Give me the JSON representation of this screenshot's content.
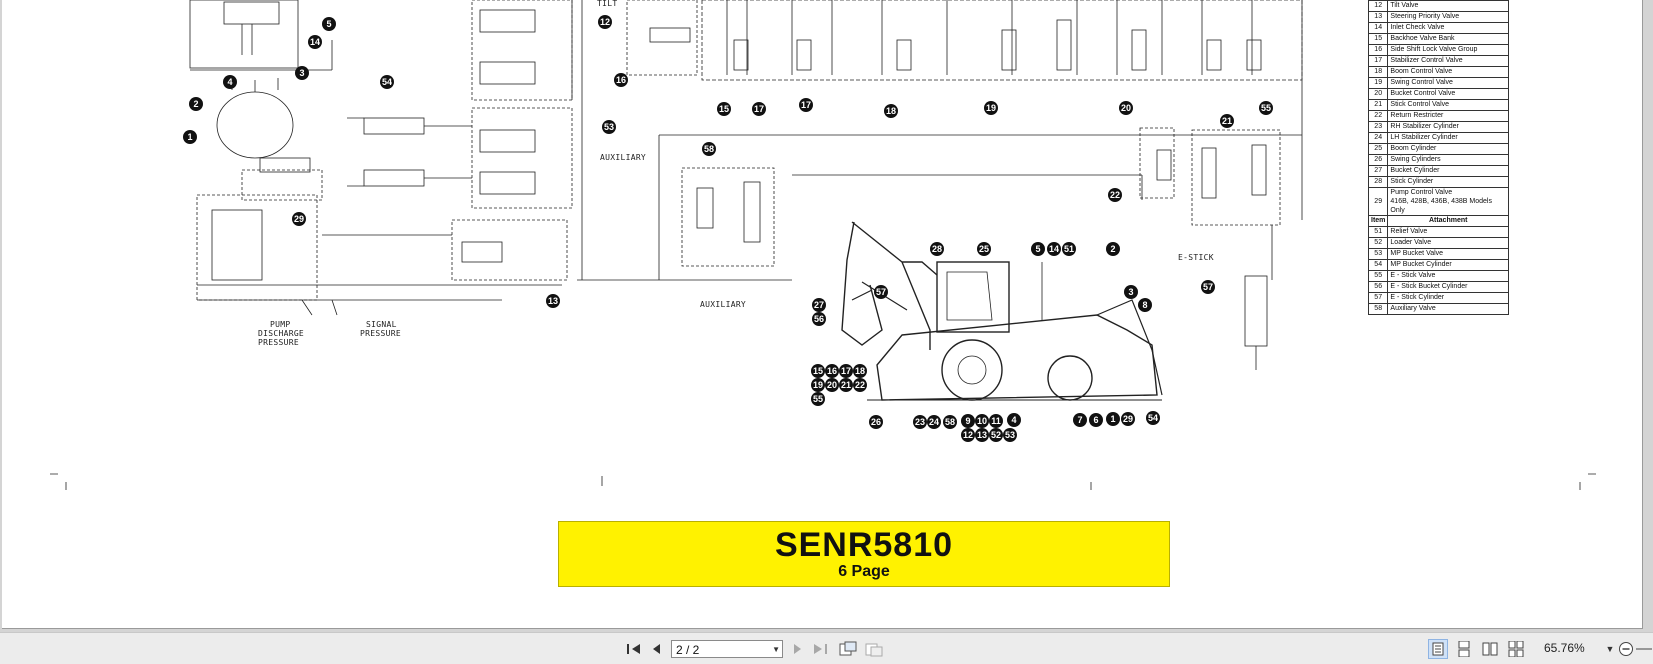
{
  "document": {
    "banner": {
      "code": "SENR5810",
      "pages": "6 Page"
    },
    "schematic_labels": {
      "tilt": "TILT",
      "auxiliary_1": "AUXILIARY",
      "auxiliary_2": "AUXILIARY",
      "e_stick": "E-STICK",
      "pump_discharge_1": "PUMP",
      "pump_discharge_2": "DISCHARGE",
      "pump_discharge_3": "PRESSURE",
      "signal_pressure_1": "SIGNAL",
      "signal_pressure_2": "PRESSURE"
    },
    "callouts_schematic": [
      "5",
      "14",
      "4",
      "3",
      "2",
      "1",
      "54",
      "12",
      "16",
      "53",
      "29",
      "13",
      "58",
      "15",
      "17",
      "17",
      "18",
      "19",
      "20",
      "21",
      "55",
      "22",
      "57"
    ],
    "callouts_machine": [
      "28",
      "25",
      "5",
      "14",
      "51",
      "2",
      "3",
      "8",
      "57",
      "27",
      "56",
      "15",
      "16",
      "17",
      "18",
      "19",
      "20",
      "21",
      "22",
      "55",
      "26",
      "23",
      "24",
      "58",
      "9",
      "10",
      "11",
      "12",
      "13",
      "52",
      "53",
      "4",
      "7",
      "6",
      "1",
      "29",
      "54"
    ],
    "legend": {
      "rows": [
        {
          "num": "12",
          "text": "Tilt Valve"
        },
        {
          "num": "13",
          "text": "Steering Priority Valve"
        },
        {
          "num": "14",
          "text": "Inlet Check Valve"
        },
        {
          "num": "15",
          "text": "Backhoe Valve Bank"
        },
        {
          "num": "16",
          "text": "Side Shift Lock Valve Group"
        },
        {
          "num": "17",
          "text": "Stabilizer Control Valve"
        },
        {
          "num": "18",
          "text": "Boom Control Valve"
        },
        {
          "num": "19",
          "text": "Swing Control Valve"
        },
        {
          "num": "20",
          "text": "Bucket Control Valve"
        },
        {
          "num": "21",
          "text": "Stick Control Valve"
        },
        {
          "num": "22",
          "text": "Return Restricter"
        },
        {
          "num": "23",
          "text": "RH Stabilizer Cylinder"
        },
        {
          "num": "24",
          "text": "LH Stabilizer Cylinder"
        },
        {
          "num": "25",
          "text": "Boom Cylinder"
        },
        {
          "num": "26",
          "text": "Swing Cylinders"
        },
        {
          "num": "27",
          "text": "Bucket Cylinder"
        },
        {
          "num": "28",
          "text": "Stick Cylinder"
        },
        {
          "num": "29",
          "text": "Pump Control Valve",
          "note": "416B, 428B, 436B, 438B Models Only"
        }
      ],
      "section_header": {
        "item": "Item",
        "title": "Attachment"
      },
      "attachment_rows": [
        {
          "num": "51",
          "text": "Relief Valve"
        },
        {
          "num": "52",
          "text": "Loader Valve"
        },
        {
          "num": "53",
          "text": "MP Bucket Valve"
        },
        {
          "num": "54",
          "text": "MP Bucket Cylinder"
        },
        {
          "num": "55",
          "text": "E - Stick Valve"
        },
        {
          "num": "56",
          "text": "E - Stick Bucket Cylinder"
        },
        {
          "num": "57",
          "text": "E - Stick Cylinder"
        },
        {
          "num": "58",
          "text": "Auxiliary Valve"
        }
      ]
    }
  },
  "toolbar": {
    "page_field": "2 / 2",
    "zoom": "65.76%",
    "icons": [
      "first-page-icon",
      "previous-page-icon",
      "next-page-icon",
      "last-page-icon",
      "previous-view-icon",
      "next-view-icon",
      "single-page-view-icon",
      "continuous-view-icon",
      "facing-view-icon",
      "continuous-facing-view-icon",
      "zoom-dropdown-icon",
      "zoom-out-icon"
    ]
  },
  "colors": {
    "banner": "#fff200",
    "toolbar": "#ececec",
    "active_view": "#cfe1f7"
  }
}
